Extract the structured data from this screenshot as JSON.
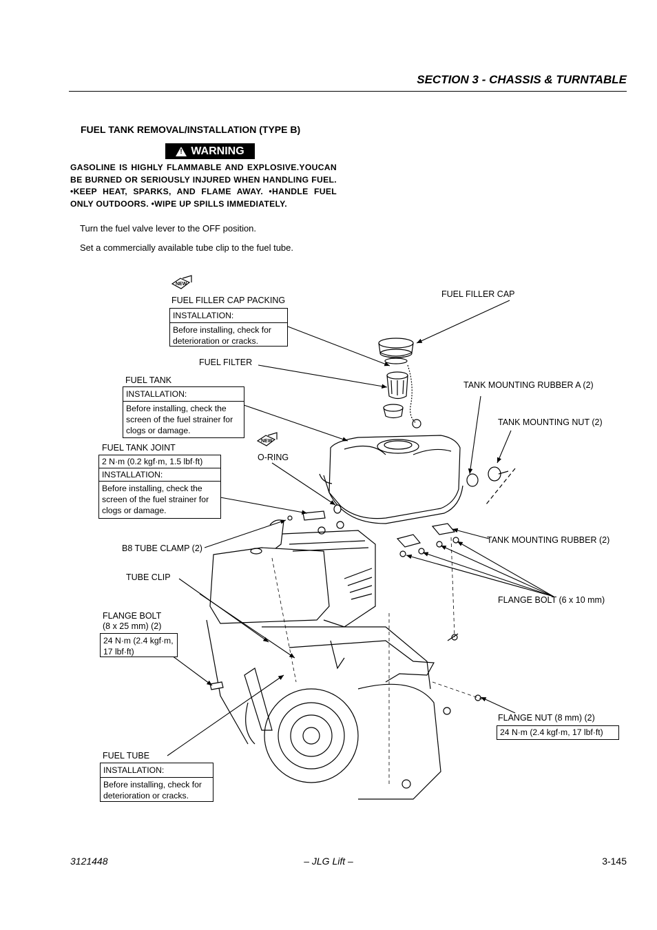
{
  "header": {
    "section": "SECTION 3 - CHASSIS & TURNTABLE"
  },
  "title": "FUEL TANK REMOVAL/INSTALLATION (TYPE B)",
  "warning": {
    "badge": "WARNING",
    "text": "GASOLINE IS HIGHLY FLAMMABLE AND EXPLOSIVE.YOUCAN BE BURNED OR SERIOUSLY INJURED WHEN HANDLING FUEL. •KEEP HEAT, SPARKS, AND FLAME AWAY. •HANDLE FUEL ONLY OUTDOORS. •WIPE UP SPILLS IMMEDIATELY."
  },
  "steps": [
    "Turn the fuel valve lever to the OFF position.",
    "Set a commercially available tube clip to the fuel tube."
  ],
  "diagram": {
    "new_badge": "NEW",
    "labels": {
      "cap_packing": "FUEL FILLER CAP PACKING",
      "filler_cap": "FUEL FILLER CAP",
      "fuel_filter": "FUEL FILTER",
      "fuel_tank": "FUEL TANK",
      "rubber_a": "TANK MOUNTING RUBBER A (2)",
      "mount_nut": "TANK MOUNTING NUT (2)",
      "tank_joint": "FUEL TANK JOINT",
      "o_ring": "O-RING",
      "tube_clamp": "B8 TUBE CLAMP (2)",
      "mount_rubber": "TANK MOUNTING RUBBER (2)",
      "tube_clip": "TUBE CLIP",
      "flange_bolt_6": "FLANGE BOLT (6 x 10 mm)",
      "flange_bolt_8_line1": "FLANGE BOLT",
      "flange_bolt_8_line2": "(8 x 25 mm) (2)",
      "flange_nut": "FLANGE NUT (8 mm) (2)",
      "fuel_tube": "FUEL TUBE"
    },
    "boxes": {
      "cap_packing": {
        "head": "INSTALLATION:",
        "body": "Before installing, check for deterioration or cracks."
      },
      "fuel_tank": {
        "head": "INSTALLATION:",
        "body": "Before installing, check the screen of the fuel strainer for clogs or damage."
      },
      "tank_joint": {
        "torque": "2 N·m (0.2 kgf·m, 1.5 lbf·ft)",
        "head": "INSTALLATION:",
        "body": "Before installing, check the screen of the fuel strainer for clogs or damage."
      },
      "flange_bolt_8": {
        "torque": "24 N·m (2.4 kgf·m, 17 lbf·ft)"
      },
      "flange_nut": {
        "torque": "24 N·m (2.4 kgf·m, 17 lbf·ft)"
      },
      "fuel_tube": {
        "head": "INSTALLATION:",
        "body": "Before installing, check for deterioration or cracks."
      }
    }
  },
  "footer": {
    "doc_number": "3121448",
    "center": "– JLG Lift –",
    "page": "3-145"
  }
}
